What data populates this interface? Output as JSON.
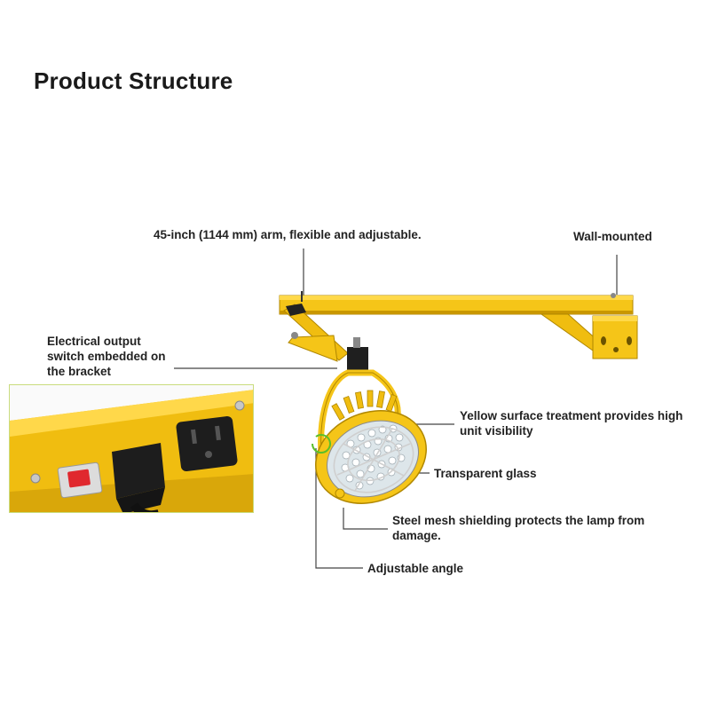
{
  "title": "Product Structure",
  "labels": {
    "arm": "45-inch (1144 mm) arm, flexible and adjustable.",
    "wall": "Wall-mounted",
    "switch": "Electrical output switch embedded on the bracket",
    "yellow": "Yellow surface treatment provides high unit visibility",
    "glass": "Transparent glass",
    "mesh": "Steel mesh shielding protects the lamp from damage.",
    "angle": "Adjustable angle"
  },
  "colors": {
    "body_yellow": "#f5c518",
    "dark_yellow": "#c99700",
    "switch_red": "#e0282e",
    "socket_black": "#1d1d1d",
    "inset_border": "#c9dc7e"
  }
}
